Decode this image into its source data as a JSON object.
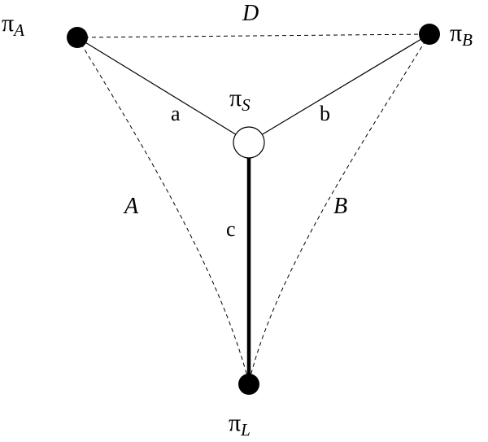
{
  "nodes": {
    "a": {
      "symbol": "π",
      "sub": "A"
    },
    "b": {
      "symbol": "π",
      "sub": "B"
    },
    "s": {
      "symbol": "π",
      "sub": "S"
    },
    "l": {
      "symbol": "π",
      "sub": "L"
    }
  },
  "edges": {
    "a": "a",
    "b": "b",
    "c": "c"
  },
  "regions": {
    "top": "D",
    "left": "A",
    "right": "B"
  }
}
